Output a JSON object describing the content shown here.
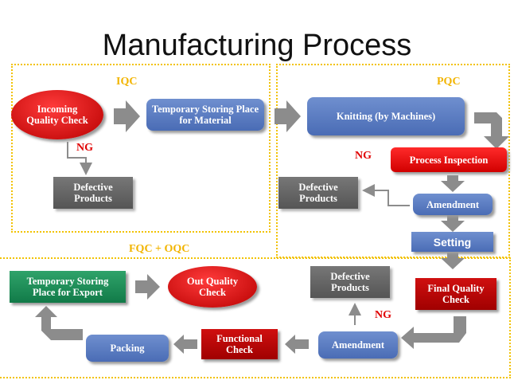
{
  "title": "Manufacturing Process",
  "sections": {
    "iqc": "IQC",
    "pqc": "PQC",
    "fqc_oqc": "FQC + OQC"
  },
  "ng_label": "NG",
  "nodes": {
    "incoming_qc": "Incoming Quality Check",
    "temp_storing_material": "Temporary Storing Place for Material",
    "defective_iqc": "Defective Products",
    "knitting": "Knitting (by Machines)",
    "process_inspection": "Process Inspection",
    "defective_pqc": "Defective Products",
    "amendment_pqc": "Amendment",
    "setting": "Setting",
    "final_qc": "Final Quality Check",
    "defective_fqc": "Defective Products",
    "amendment_fqc": "Amendment",
    "functional_check": "Functional Check",
    "packing": "Packing",
    "temp_storing_export": "Temporary Storing Place for Export",
    "out_qc": "Out Quality Check"
  },
  "colors": {
    "section": "#f2b400",
    "ng": "#e00000",
    "arrow": "#8c8c8c"
  }
}
